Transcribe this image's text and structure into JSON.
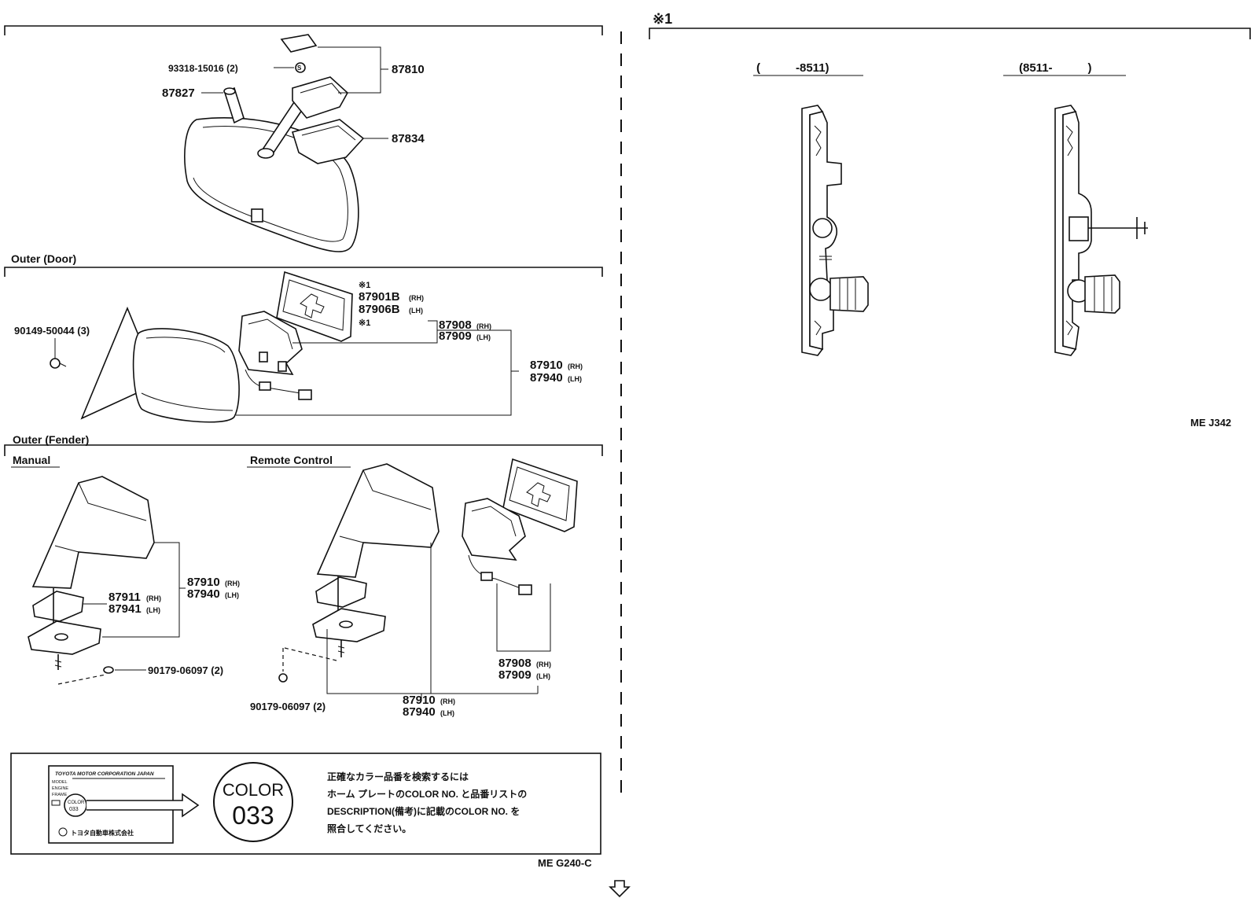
{
  "note_mark": "※1",
  "left_panel": {
    "inner_mirror": {
      "labels": {
        "screw": "93318-15016 (2)",
        "screw_symbol": "S",
        "pin": "87827",
        "stay": "87810",
        "cover": "87834"
      }
    },
    "outer_door": {
      "title": "Outer (Door)",
      "labels": {
        "screw": "90149-50044 (3)",
        "mark_a": "※1",
        "glass_rh": "87901B",
        "glass_lh": "87906B",
        "mark_b": "※1",
        "actuator_rh": "87908",
        "actuator_lh": "87909",
        "assy_rh": "87910",
        "assy_lh": "87940"
      }
    },
    "outer_fender": {
      "title": "Outer (Fender)",
      "manual": {
        "title": "Manual",
        "labels": {
          "assy_rh": "87910",
          "assy_lh": "87940",
          "base_rh": "87911",
          "base_lh": "87941",
          "nut": "90179-06097 (2)"
        }
      },
      "remote": {
        "title": "Remote Control",
        "labels": {
          "nut": "90179-06097 (2)",
          "actuator_rh": "87908",
          "actuator_lh": "87909",
          "assy_rh": "87910",
          "assy_lh": "87940"
        }
      }
    },
    "suffix": {
      "rh": "(RH)",
      "lh": "(LH)"
    },
    "color_note": {
      "plate_header": "TOYOTA MOTOR CORPORATION JAPAN",
      "plate_rows": [
        "MODEL",
        "ENGINE",
        "FRAME"
      ],
      "plate_color_label": "COLOR",
      "plate_color_no": "033",
      "plate_footer": "トヨタ自動車株式会社",
      "big_color_label": "COLOR",
      "big_color_no": "033",
      "text_lines": [
        "正確なカラー品番を検索するには",
        "ホーム プレートのCOLOR NO. と品番リストの",
        "DESCRIPTION(備考)に記載のCOLOR NO. を",
        "照合してください。"
      ]
    },
    "ref_code": "ME G240-C"
  },
  "right_panel": {
    "mark": "※1",
    "left_variant_label": "(　　　-8511)",
    "right_variant_label": "(8511-　　　)",
    "ref_code": "ME J342"
  },
  "continue_arrow_icon": "down-arrow-icon"
}
